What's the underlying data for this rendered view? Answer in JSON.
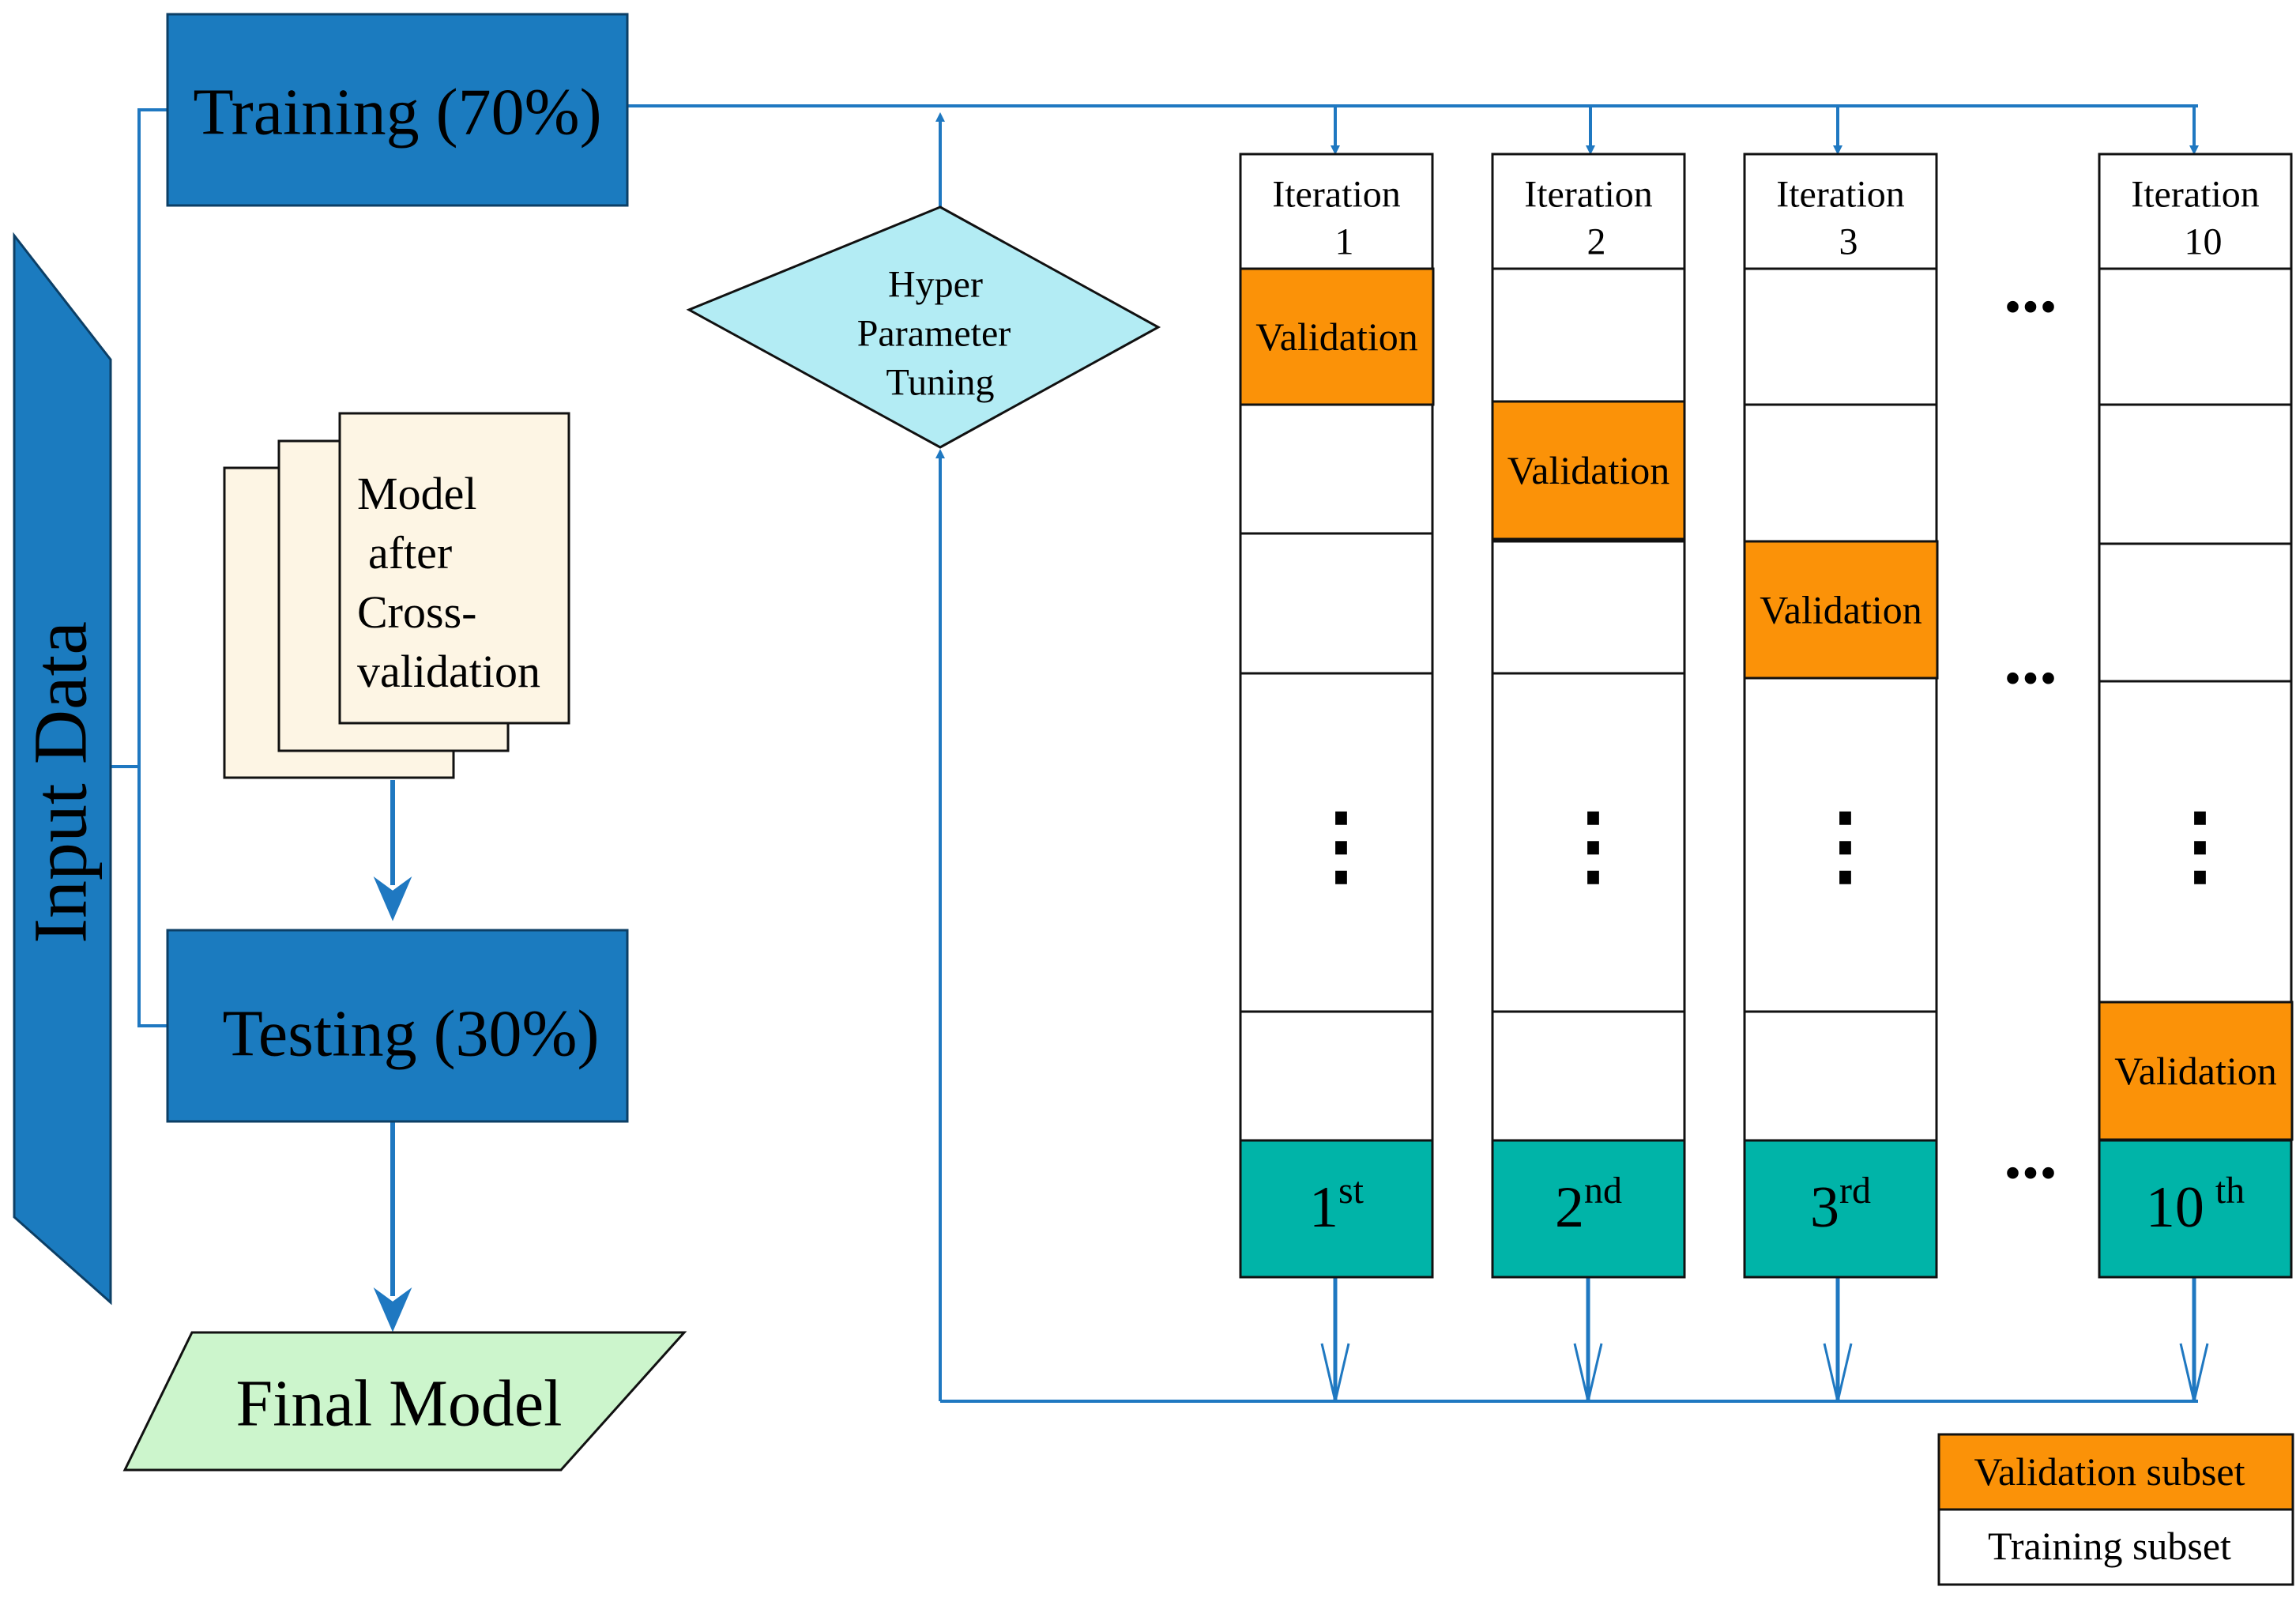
{
  "colors": {
    "background": "#ffffff",
    "connector": "#1f78c1",
    "input_shape": "#1b7bbf",
    "box_blue": "#1b7bbf",
    "diamond_fill": "#b3ecf4",
    "document_fill": "#fdf5e4",
    "final_fill": "#ccf5cc",
    "validation_fill": "#fb9208",
    "iteration_result_fill": "#00b4a8",
    "cell_fill": "#ffffff",
    "border": "#111111"
  },
  "input_data": {
    "label": "Input Data"
  },
  "training": {
    "label": "Training (70%)"
  },
  "testing": {
    "label": "Testing (30%)"
  },
  "model_doc": {
    "lines": [
      "Model",
      "after",
      "Cross-",
      "validation"
    ]
  },
  "final_model": {
    "label": "Final Model"
  },
  "tuning": {
    "lines": [
      "Hyper",
      "Parameter",
      "Tuning"
    ]
  },
  "iterations": [
    {
      "title": "Iteration",
      "number": "1",
      "validation_label": "Validation",
      "result_main": "1",
      "result_sup": "st",
      "validation_fold": 1
    },
    {
      "title": "Iteration",
      "number": "2",
      "validation_label": "Validation",
      "result_main": "2",
      "result_sup": "nd",
      "validation_fold": 2
    },
    {
      "title": "Iteration",
      "number": "3",
      "validation_label": "Validation",
      "result_main": "3",
      "result_sup": "rd",
      "validation_fold": 3
    },
    {
      "title": "Iteration",
      "number": "10",
      "validation_label": "Validation",
      "result_main": "10",
      "result_sup": "th",
      "validation_fold": 10
    }
  ],
  "row_ellipsis": "...",
  "column_ellipsis": "⋮",
  "legend": {
    "validation_label": "Validation subset",
    "training_label": "Training subset"
  }
}
